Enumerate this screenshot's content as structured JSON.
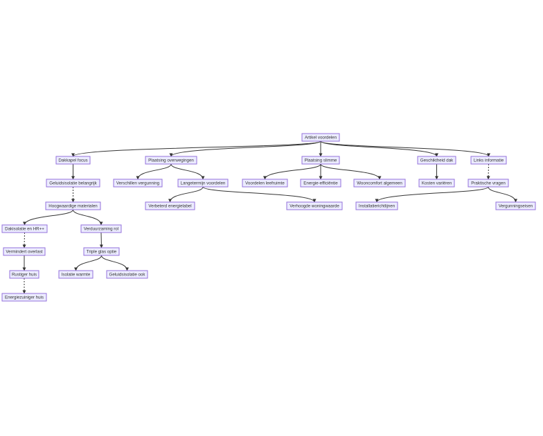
{
  "diagram": {
    "type": "flowchart",
    "direction": "top-down",
    "colors": {
      "node_fill": "#ECECFF",
      "node_stroke": "#9370DB",
      "edge": "#333333",
      "text": "#333333"
    },
    "nodes": [
      {
        "id": "root",
        "label": "Artikel voordelen"
      },
      {
        "id": "dakkapel_focus",
        "label": "Dakkapel focus"
      },
      {
        "id": "plaatsing_overwegingen",
        "label": "Plaatsing overwegingen"
      },
      {
        "id": "plaatsing_slimme",
        "label": "Plaatsing slimme"
      },
      {
        "id": "geschiktheid_dak",
        "label": "Geschiktheid dak"
      },
      {
        "id": "links_informatie",
        "label": "Links informatie"
      },
      {
        "id": "geluidsisolatie_belangrijk",
        "label": "Geluidsisolatie belangrijk"
      },
      {
        "id": "verschillen_vergunning",
        "label": "Verschillen vergunning"
      },
      {
        "id": "langetermijn_voordelen",
        "label": "Langetermijn voordelen"
      },
      {
        "id": "voordelen_leefruimte",
        "label": "Voordelen leefruimte"
      },
      {
        "id": "energie_efficientie",
        "label": "Energie-efficiëntie"
      },
      {
        "id": "wooncomfort_algemeen",
        "label": "Wooncomfort algemeen"
      },
      {
        "id": "kosten_varieren",
        "label": "Kosten variëren"
      },
      {
        "id": "praktische_vragen",
        "label": "Praktische vragen"
      },
      {
        "id": "hoogwaardige_materialen",
        "label": "Hoogwaardige materialen"
      },
      {
        "id": "verbeterd_energielabel",
        "label": "Verbeterd energielabel"
      },
      {
        "id": "verhoogde_woningwaarde",
        "label": "Verhoogde woningwaarde"
      },
      {
        "id": "installatierichtlijnen",
        "label": "Installatierichtlijnen"
      },
      {
        "id": "vergunningseisen",
        "label": "Vergunningseisen"
      },
      {
        "id": "dakisolatie_hr",
        "label": "Dakisolatie en HR++"
      },
      {
        "id": "verduurzaming_rol",
        "label": "Verduurzaming rol"
      },
      {
        "id": "vermindert_overlast",
        "label": "Vermindert overlast"
      },
      {
        "id": "triple_glas_optie",
        "label": "Triple glas optie"
      },
      {
        "id": "rustiger_huis",
        "label": "Rustiger huis"
      },
      {
        "id": "isolatie_warmte",
        "label": "Isolatie warmte"
      },
      {
        "id": "geluidsisolatie_ook",
        "label": "Geluidsisolatie ook"
      },
      {
        "id": "energiezuiniger_huis",
        "label": "Energiezuiniger huis"
      }
    ],
    "edges": [
      {
        "from": "root",
        "to": "dakkapel_focus"
      },
      {
        "from": "root",
        "to": "plaatsing_overwegingen"
      },
      {
        "from": "root",
        "to": "plaatsing_slimme"
      },
      {
        "from": "root",
        "to": "geschiktheid_dak"
      },
      {
        "from": "root",
        "to": "links_informatie"
      },
      {
        "from": "dakkapel_focus",
        "to": "geluidsisolatie_belangrijk"
      },
      {
        "from": "plaatsing_overwegingen",
        "to": "verschillen_vergunning"
      },
      {
        "from": "plaatsing_overwegingen",
        "to": "langetermijn_voordelen"
      },
      {
        "from": "plaatsing_slimme",
        "to": "voordelen_leefruimte"
      },
      {
        "from": "plaatsing_slimme",
        "to": "energie_efficientie"
      },
      {
        "from": "plaatsing_slimme",
        "to": "wooncomfort_algemeen"
      },
      {
        "from": "geschiktheid_dak",
        "to": "kosten_varieren"
      },
      {
        "from": "links_informatie",
        "to": "praktische_vragen",
        "style": "dotted"
      },
      {
        "from": "geluidsisolatie_belangrijk",
        "to": "hoogwaardige_materialen",
        "style": "dotted"
      },
      {
        "from": "langetermijn_voordelen",
        "to": "verbeterd_energielabel"
      },
      {
        "from": "langetermijn_voordelen",
        "to": "verhoogde_woningwaarde"
      },
      {
        "from": "praktische_vragen",
        "to": "installatierichtlijnen"
      },
      {
        "from": "praktische_vragen",
        "to": "vergunningseisen"
      },
      {
        "from": "hoogwaardige_materialen",
        "to": "dakisolatie_hr"
      },
      {
        "from": "hoogwaardige_materialen",
        "to": "verduurzaming_rol"
      },
      {
        "from": "dakisolatie_hr",
        "to": "vermindert_overlast",
        "style": "dotted"
      },
      {
        "from": "verduurzaming_rol",
        "to": "triple_glas_optie"
      },
      {
        "from": "vermindert_overlast",
        "to": "rustiger_huis"
      },
      {
        "from": "triple_glas_optie",
        "to": "isolatie_warmte"
      },
      {
        "from": "triple_glas_optie",
        "to": "geluidsisolatie_ook"
      },
      {
        "from": "rustiger_huis",
        "to": "energiezuiniger_huis",
        "style": "dotted"
      }
    ]
  }
}
